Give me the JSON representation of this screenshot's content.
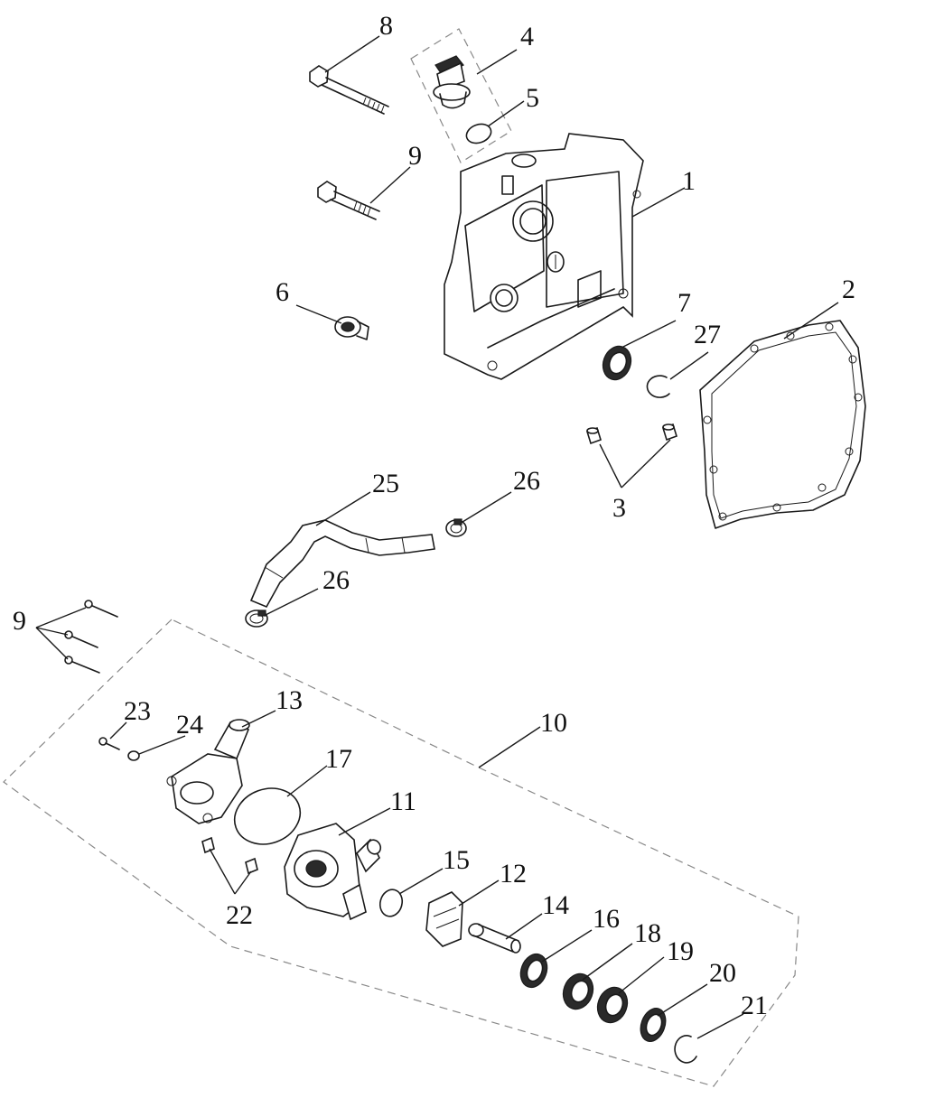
{
  "callouts": [
    "1",
    "2",
    "3",
    "4",
    "5",
    "6",
    "7",
    "8",
    "9",
    "9",
    "10",
    "11",
    "12",
    "13",
    "14",
    "15",
    "16",
    "17",
    "18",
    "19",
    "20",
    "21",
    "22",
    "23",
    "24",
    "25",
    "26",
    "26",
    "27"
  ]
}
